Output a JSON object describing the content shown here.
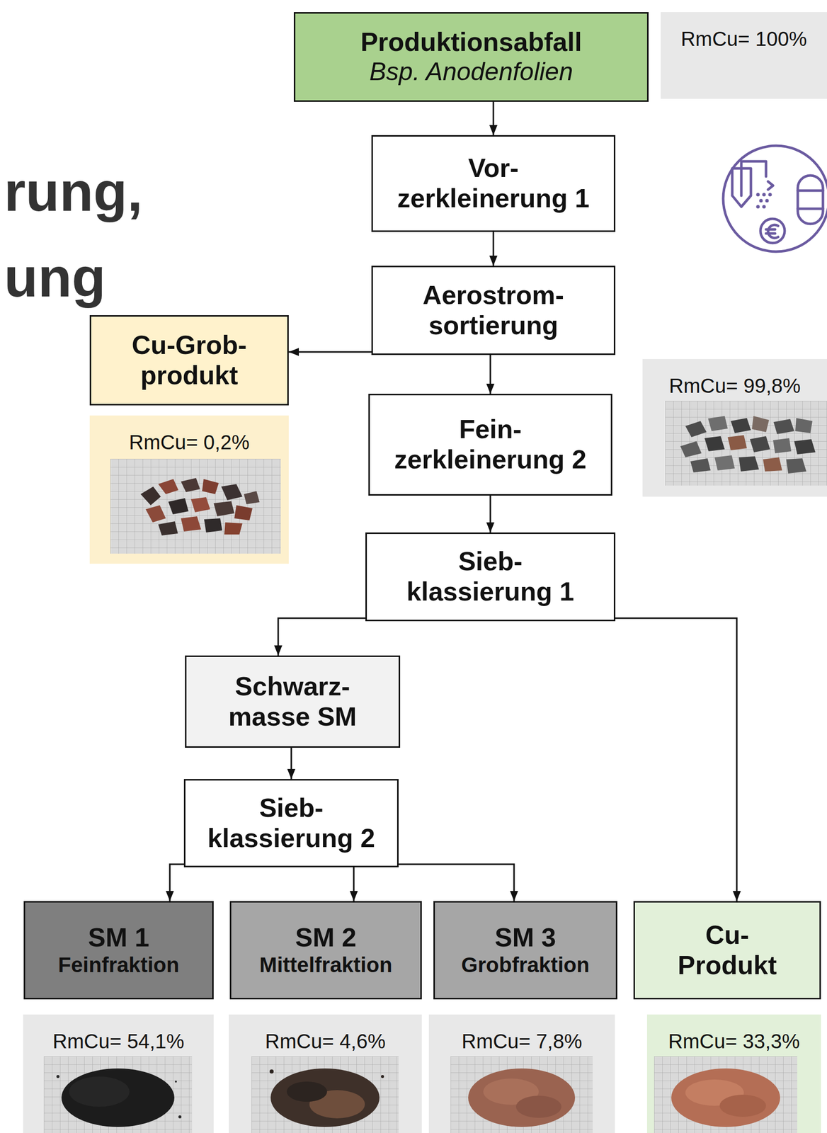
{
  "diagram": {
    "nodes": [
      {
        "text": [
          "Produktionsabfall",
          "Bsp. Anodenfolien"
        ]
      },
      {
        "text": [
          "RmCu= 100%"
        ]
      },
      {
        "text": [
          "Vor- zerkleinerung 1"
        ]
      },
      {
        "text": [
          "Aerostrom- sortierung"
        ]
      },
      {
        "text": [
          "Cu-Grob- produkt"
        ]
      },
      {
        "text": [
          "RmCu= 99,8%"
        ]
      },
      {
        "text": [
          "Fein- zerkleinerung 2"
        ]
      },
      {
        "text": [
          "RmCu= 0,2%"
        ]
      },
      {
        "text": [
          "Sieb- klassierung 1"
        ]
      },
      {
        "text": [
          "Schwarz- masse SM"
        ]
      },
      {
        "text": [
          "Sieb- klassierung 2"
        ]
      },
      {
        "text": [
          "SM 1",
          "Feinfraktion"
        ]
      },
      {
        "text": [
          "SM 2",
          "Mittelfraktion"
        ]
      },
      {
        "text": [
          "SM 3",
          "Grobfraktion"
        ]
      },
      {
        "text": [
          "Cu- Produkt"
        ]
      },
      {
        "text": [
          "RmCu= 54,1%"
        ]
      },
      {
        "text": [
          "RmCu= 4,6%"
        ]
      },
      {
        "text": [
          "RmCu= 7,8%"
        ]
      },
      {
        "text": [
          "RmCu= 33,3%"
        ]
      }
    ],
    "edges": [
      {
        "from": 0,
        "to": 2,
        "arrow": "to"
      },
      {
        "from": 2,
        "to": 3,
        "arrow": "to"
      },
      {
        "from": 3,
        "to": 4,
        "arrow": "to"
      },
      {
        "from": 3,
        "to": 6,
        "arrow": "to"
      },
      {
        "from": 6,
        "to": 8,
        "arrow": "to"
      },
      {
        "from": 8,
        "to": 9,
        "arrow": "to"
      },
      {
        "from": 8,
        "to": 14,
        "arrow": "to"
      },
      {
        "from": 9,
        "to": 10,
        "arrow": "to"
      },
      {
        "from": 10,
        "to": 11,
        "arrow": "to"
      },
      {
        "from": 10,
        "to": 12,
        "arrow": "to"
      },
      {
        "from": 10,
        "to": 13,
        "arrow": "to"
      }
    ],
    "labels": [
      "rung,",
      "ung"
    ]
  }
}
